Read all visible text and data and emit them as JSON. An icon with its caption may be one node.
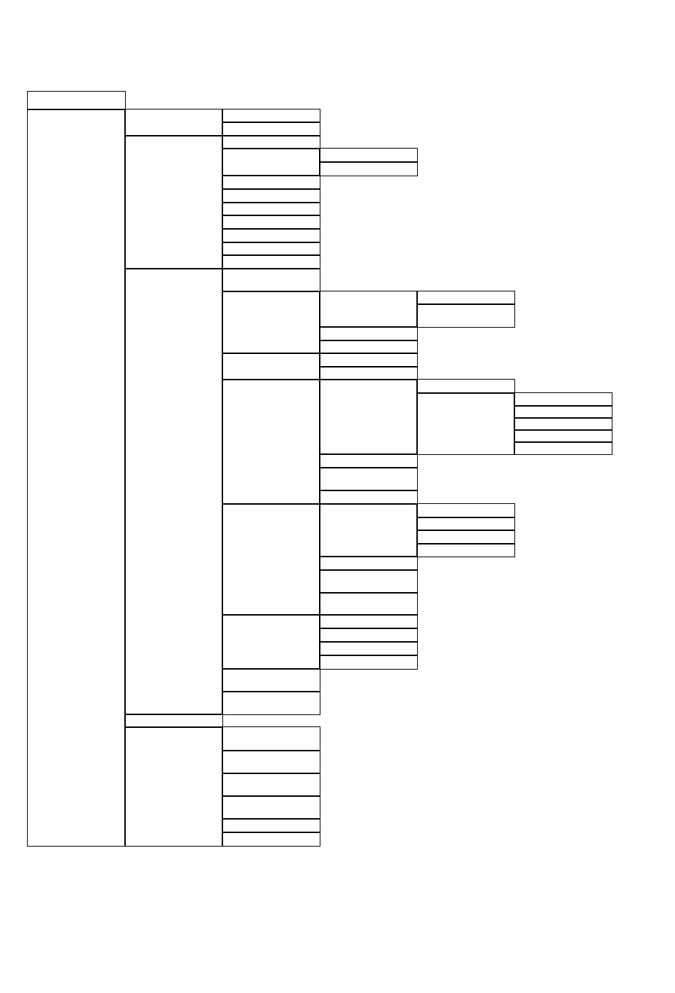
{
  "diagram": {
    "nodes": [
      {
        "text": [],
        "shape": "box"
      },
      {
        "text": [],
        "shape": "box"
      },
      {
        "text": [],
        "shape": "box"
      },
      {
        "text": [],
        "shape": "box"
      },
      {
        "text": [],
        "shape": "box"
      },
      {
        "text": [],
        "shape": "box"
      },
      {
        "text": [],
        "shape": "box"
      },
      {
        "text": [],
        "shape": "box"
      },
      {
        "text": [],
        "shape": "box"
      },
      {
        "text": [],
        "shape": "box"
      },
      {
        "text": [],
        "shape": "box"
      },
      {
        "text": [],
        "shape": "box"
      },
      {
        "text": [],
        "shape": "box"
      },
      {
        "text": [],
        "shape": "box"
      },
      {
        "text": [],
        "shape": "box"
      },
      {
        "text": [],
        "shape": "box"
      },
      {
        "text": [],
        "shape": "box"
      },
      {
        "text": [],
        "shape": "box"
      },
      {
        "text": [],
        "shape": "box"
      },
      {
        "text": [],
        "shape": "box"
      },
      {
        "text": [],
        "shape": "box"
      },
      {
        "text": [],
        "shape": "box"
      },
      {
        "text": [],
        "shape": "box"
      },
      {
        "text": [],
        "shape": "box"
      },
      {
        "text": [],
        "shape": "box"
      },
      {
        "text": [],
        "shape": "box"
      },
      {
        "text": [],
        "shape": "box"
      },
      {
        "text": [],
        "shape": "box"
      },
      {
        "text": [],
        "shape": "box"
      },
      {
        "text": [],
        "shape": "box"
      },
      {
        "text": [],
        "shape": "box"
      },
      {
        "text": [],
        "shape": "box"
      },
      {
        "text": [],
        "shape": "box"
      },
      {
        "text": [],
        "shape": "box"
      },
      {
        "text": [],
        "shape": "box"
      },
      {
        "text": [],
        "shape": "box"
      },
      {
        "text": [],
        "shape": "box"
      },
      {
        "text": [],
        "shape": "box"
      },
      {
        "text": [],
        "shape": "box"
      },
      {
        "text": [],
        "shape": "box"
      },
      {
        "text": [],
        "shape": "box"
      },
      {
        "text": [],
        "shape": "box"
      },
      {
        "text": [],
        "shape": "box"
      },
      {
        "text": [],
        "shape": "box"
      },
      {
        "text": [],
        "shape": "box"
      },
      {
        "text": [],
        "shape": "box"
      },
      {
        "text": [],
        "shape": "box"
      },
      {
        "text": [],
        "shape": "box"
      },
      {
        "text": [],
        "shape": "box"
      },
      {
        "text": [],
        "shape": "box"
      },
      {
        "text": [],
        "shape": "box"
      },
      {
        "text": [],
        "shape": "box"
      },
      {
        "text": [],
        "shape": "box"
      },
      {
        "text": [],
        "shape": "box"
      },
      {
        "text": [],
        "shape": "box"
      },
      {
        "text": [],
        "shape": "box"
      },
      {
        "text": [],
        "shape": "box"
      },
      {
        "text": [],
        "shape": "box"
      },
      {
        "text": [],
        "shape": "box"
      },
      {
        "text": [],
        "shape": "box"
      },
      {
        "text": [],
        "shape": "box"
      },
      {
        "text": [],
        "shape": "box"
      },
      {
        "text": [],
        "shape": "box"
      },
      {
        "text": [],
        "shape": "box"
      }
    ]
  }
}
